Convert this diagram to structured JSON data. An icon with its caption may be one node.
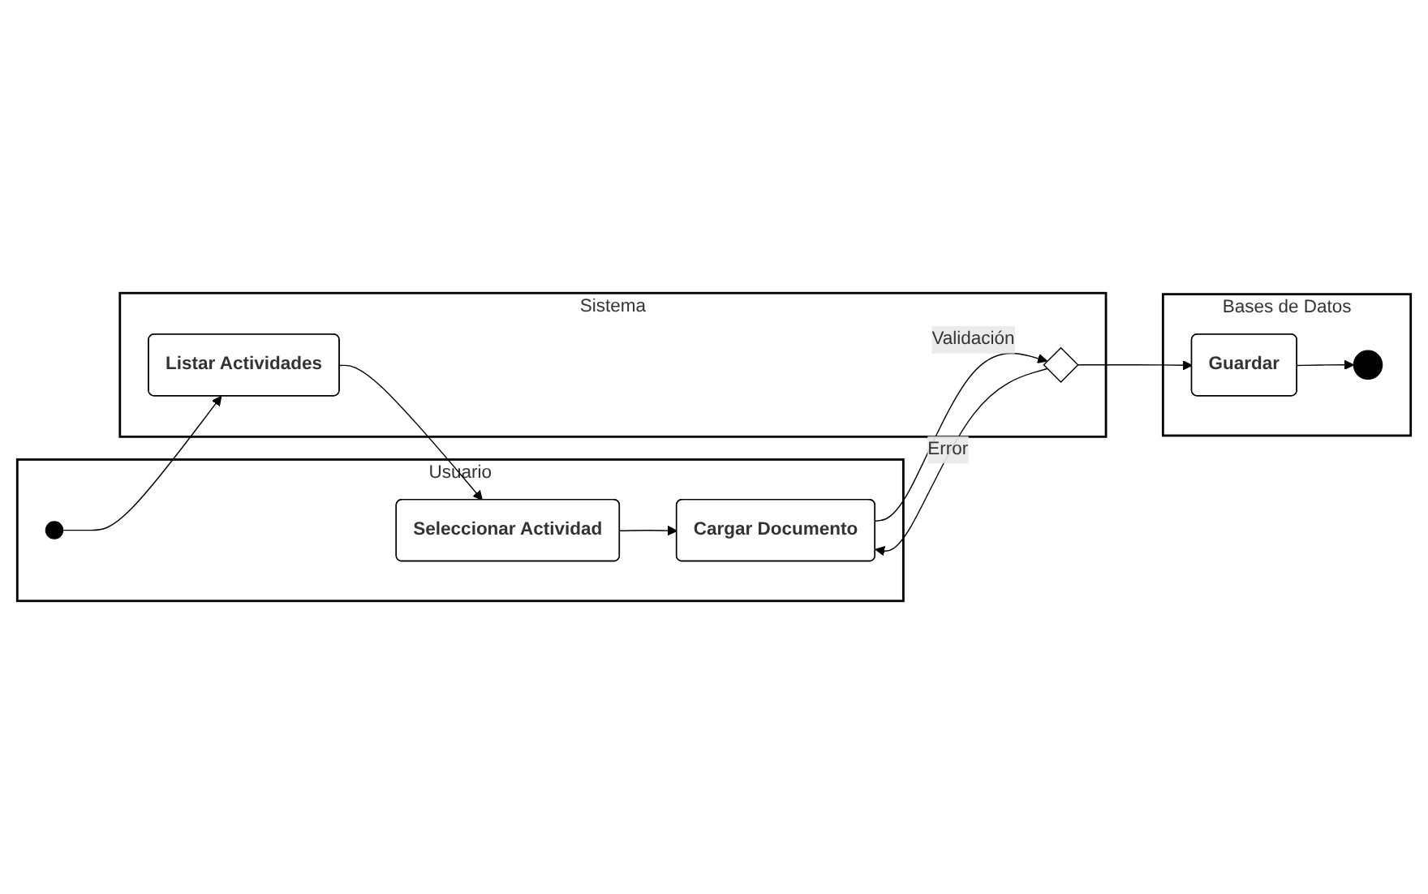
{
  "diagram": {
    "nodes": [
      {
        "text": [
          "Usuario"
        ]
      },
      {
        "text": [
          "Sistema"
        ]
      },
      {
        "text": [
          "Bases de Datos"
        ]
      },
      {
        "text": [],
        "shape": "circle",
        "in": 0
      },
      {
        "text": [
          "Listar Actividades"
        ],
        "in": 1
      },
      {
        "text": [
          "Seleccionar Actividad"
        ],
        "in": 0
      },
      {
        "text": [
          "Cargar Documento"
        ],
        "in": 0
      },
      {
        "text": [],
        "shape": "diamond",
        "in": 1
      },
      {
        "text": [
          "Guardar"
        ],
        "in": 2
      },
      {
        "text": [],
        "shape": "circle",
        "in": 2
      }
    ],
    "edges": [
      {
        "from": 3,
        "to": 4,
        "arrow": "to"
      },
      {
        "from": 4,
        "to": 5,
        "arrow": "to"
      },
      {
        "from": 5,
        "to": 6,
        "arrow": "to"
      },
      {
        "from": 6,
        "to": 7,
        "label": "Validación",
        "arrow": "to"
      },
      {
        "from": 7,
        "to": 6,
        "label": "Error",
        "arrow": "to"
      },
      {
        "from": 7,
        "to": 8,
        "arrow": "to"
      },
      {
        "from": 8,
        "to": 9,
        "arrow": "to"
      }
    ]
  }
}
